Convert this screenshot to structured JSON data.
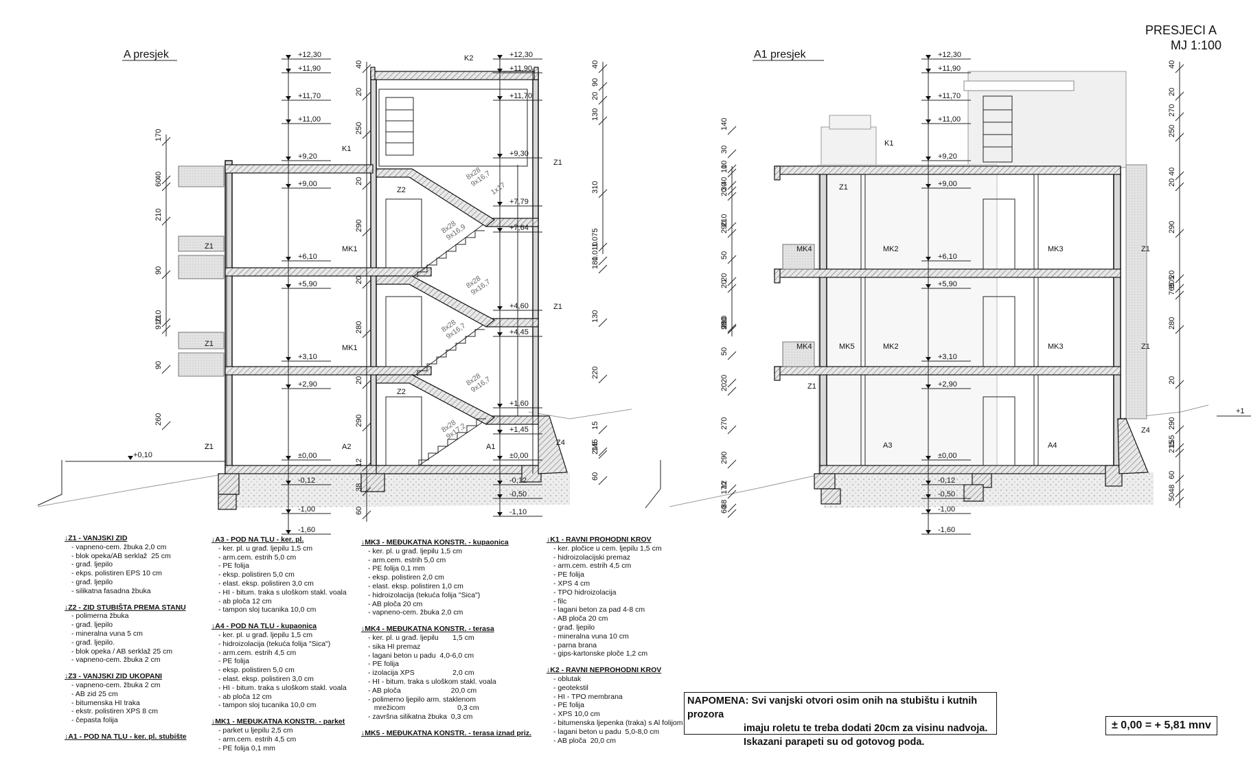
{
  "sheet": {
    "title": "PRESJECI  A",
    "scale": "MJ  1:100",
    "reference": "± 0,00 = + 5,81 mnv",
    "note": {
      "prefix": "NAPOMENA:",
      "line1": "Svi vanjski otvori osim onih na stubištu i kutnih prozora",
      "line2": "imaju roletu te treba dodati 20cm za visinu nadvoja.",
      "line3": "Iskazani parapeti su od gotovog poda."
    }
  },
  "section_a": {
    "title": "A   presjek",
    "elevations": [
      "+12,30",
      "+11,90",
      "+11,70",
      "+11,00",
      "+9,20",
      "+9,00",
      "+6,10",
      "+5,90",
      "+3,10",
      "+2,90",
      "±0,00",
      "-0,12",
      "-1,00",
      "-1,60"
    ],
    "elevations_stair": [
      "+12,30",
      "+11,90",
      "+11,70",
      "+9,30",
      "+7,79",
      "+7,64",
      "+4,60",
      "+4,45",
      "+1,60",
      "+1,45",
      "±0,00",
      "-0,12",
      "-0,50",
      "-1,10"
    ],
    "left_terrain": "+0,10",
    "labels": [
      "K2",
      "K1",
      "Z2",
      "Z1",
      "MK1",
      "MK1",
      "Z1",
      "Z1",
      "Z2",
      "A2",
      "Z1",
      "Z1",
      "Z4",
      "A1",
      "Z1"
    ],
    "stair_labels": [
      "8x28\n9x16,7",
      "8x28\n9x16,9",
      "8x28\n9x16,7",
      "8x28\n9x16,7",
      "8x28\n9x16,7",
      "8x28\n9x17,2",
      "1x17"
    ],
    "dims_left": [
      "170",
      "40",
      "60",
      "210",
      "90",
      "210",
      "90",
      "260",
      "910"
    ],
    "dims_mid": [
      "40",
      "20",
      "250",
      "20",
      "290",
      "20",
      "280",
      "20",
      "290",
      "12",
      "38",
      "60"
    ],
    "dims_right": [
      "40",
      "90",
      "20",
      "130",
      "310",
      "180",
      "130",
      "220",
      "15",
      "145",
      "60",
      "215",
      "1.010",
      "1.075"
    ]
  },
  "section_a1": {
    "title": "A1  presjek",
    "elevations": [
      "+12,30",
      "+11,90",
      "+11,70",
      "+11,00",
      "+9,20",
      "+9,00",
      "+6,10",
      "+5,90",
      "+3,10",
      "+2,90",
      "±0,00",
      "-0,12",
      "-0,50",
      "-1,00",
      "-1,60"
    ],
    "right_terrain": "+1",
    "labels": [
      "K1",
      "Z1",
      "MK4",
      "MK2",
      "MK3",
      "Z1",
      "MK4",
      "MK5",
      "MK2",
      "MK3",
      "Z1",
      "Z1",
      "A3",
      "A4",
      "Z4"
    ],
    "dims_left": [
      "10",
      "40",
      "140",
      "30",
      "10",
      "30",
      "20",
      "210",
      "290",
      "50",
      "20",
      "20",
      "210",
      "280",
      "50",
      "20",
      "20",
      "270",
      "290",
      "12",
      "88",
      "60",
      "170",
      "910"
    ],
    "dims_right": [
      "40",
      "20",
      "270",
      "250",
      "20",
      "40",
      "290",
      "20",
      "765",
      "805",
      "280",
      "20",
      "290",
      "155",
      "215",
      "60",
      "48",
      "50"
    ]
  },
  "legend": {
    "col1": [
      {
        "head": "Z1 - VANJSKI ZID",
        "items": [
          "- vapneno-cem. žbuka 2,0 cm",
          "- blok opeka/AB serklaž  25 cm",
          "- građ. ljepilo",
          "- ekps. polistiren EPS 10 cm",
          "- građ. ljepilo",
          "- silikatna fasadna žbuka"
        ]
      },
      {
        "head": "Z2 - ZID STUBIŠTA PREMA STANU",
        "items": [
          "- polimerna žbuka",
          "- građ. ljepilo",
          "- mineralna vuna 5 cm",
          "- građ. ljepilo.",
          "- blok opeka / AB serklaž 25 cm",
          "- vapneno-cem. žbuka 2 cm"
        ]
      },
      {
        "head": "Z3 - VANJSKI ZID UKOPANI",
        "items": [
          "- vapneno-cem. žbuka 2 cm",
          "- AB zid 25 cm",
          "- bitumenska HI traka",
          "- ekstr. polistiren XPS 8 cm",
          "- čepasta folija"
        ]
      },
      {
        "head": "A1 - POD NA TLU - ker. pl. stubište",
        "items": []
      }
    ],
    "col2": [
      {
        "head": "A3 - POD NA TLU - ker. pl.",
        "items": [
          "- ker. pl. u građ. ljepilu 1,5 cm",
          "- arm.cem. estrih 5,0 cm",
          "- PE folija",
          "- eksp. polistiren 5,0 cm",
          "- elast. eksp. polistiren 3,0 cm",
          "- HI - bitum. traka s uloškom stakl. voala",
          "- ab ploča 12 cm",
          "- tampon sloj tucanika 10,0 cm"
        ]
      },
      {
        "head": "A4 - POD NA TLU - kupaonica",
        "items": [
          "- ker. pl. u građ. ljepilu 1,5 cm",
          "- hidroizolacija (tekuća folija \"Sica\")",
          "- arm.cem. estrih 4,5 cm",
          "- PE folija",
          "- eksp. polistiren 5,0 cm",
          "- elast. eksp. polistiren 3,0 cm",
          "- HI - bitum. traka s uloškom stakl. voala",
          "- ab ploča 12 cm",
          "- tampon sloj tucanika 10,0 cm"
        ]
      },
      {
        "head": "MK1 - MEĐUKATNA KONSTR. - parket",
        "items": [
          "- parket u ljepilu 2,5 cm",
          "- arm.cem. estrih 4,5 cm",
          "- PE folija 0,1 mm"
        ]
      }
    ],
    "col3": [
      {
        "head": "MK3 - MEĐUKATNA KONSTR. - kupaonica",
        "items": [
          "- ker. pl. u građ. ljepilu 1,5 cm",
          "- arm.cem. estrih 5,0 cm",
          "- PE folija 0,1 mm",
          "- eksp. polistiren 2,0 cm",
          "- elast. eksp. polistiren 1,0 cm",
          "- hidroizolacija (tekuća folija \"Sica\")",
          "- AB ploča 20 cm",
          "- vapneno-cem. žbuka 2,0 cm"
        ]
      },
      {
        "head": "MK4 - MEĐUKATNA KONSTR. - terasa",
        "items": [
          "- ker. pl. u građ. ljepilu       1,5 cm",
          "- sika HI premaz",
          "- lagani beton u padu  4,0-6,0 cm",
          "- PE folija",
          "- izolacija XPS                   2,0 cm",
          "- HI - bitum. traka s uloškom stakl. voala",
          "- AB ploča                         20,0 cm",
          "- polimerno ljepilo arm. staklenom",
          "   mrežicom                          0,3 cm",
          "- završna silikatna žbuka  0,3 cm"
        ]
      },
      {
        "head": "MK5 - MEĐUKATNA KONSTR. - terasa iznad priz.",
        "items": []
      }
    ],
    "col4": [
      {
        "head": "K1 - RAVNI PROHODNI KROV",
        "items": [
          "- ker. pločice u cem. ljepilu 1,5 cm",
          "- hidroizolacijski premaz",
          "- arm.cem. estrih 4,5 cm",
          "- PE folija",
          "- XPS 4 cm",
          "- TPO hidroizolacija",
          "- filc",
          "- lagani beton za pad 4-8 cm",
          "- AB ploča 20 cm",
          "- građ. ljepilo",
          "- mineralna vuna 10 cm",
          "- parna brana",
          "- gips-kartonske ploče 1,2 cm"
        ]
      },
      {
        "head": "K2 - RAVNI NEPROHODNI KROV",
        "items": [
          "- oblutak",
          "- geotekstil",
          "- HI - TPO membrana",
          "- PE folija",
          "- XPS 10,0 cm",
          "- bitumenska ljepenka (traka) s Al folijom",
          "- lagani beton u padu  5,0-8,0 cm",
          "- AB ploča  20,0 cm"
        ]
      }
    ]
  }
}
